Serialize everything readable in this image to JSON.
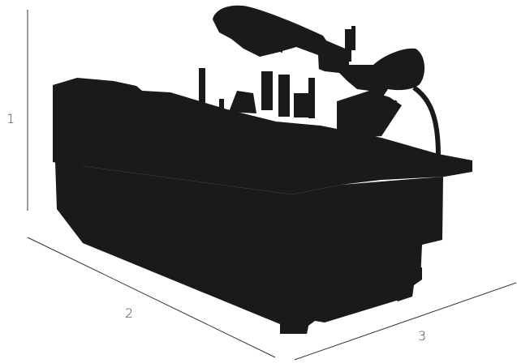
{
  "figure": {
    "subject_icon": "bandsaw-machine-silhouette-icon",
    "colors": {
      "background": "#ffffff",
      "silhouette": "#1a1a1a",
      "dimension_line": "#333333",
      "label_text": "#444444"
    },
    "dimensions": [
      {
        "id": "height",
        "label": "1"
      },
      {
        "id": "length",
        "label": "2"
      },
      {
        "id": "width",
        "label": "3"
      }
    ]
  }
}
